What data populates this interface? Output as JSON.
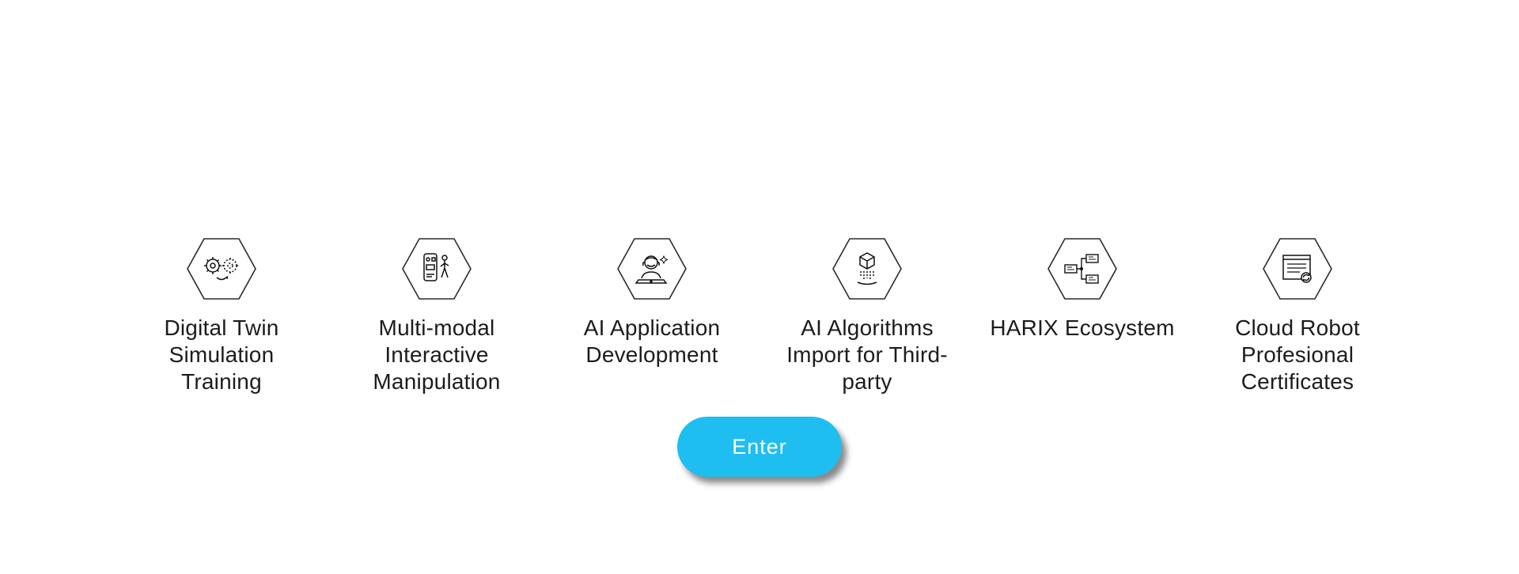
{
  "page": {
    "background": "#ffffff",
    "accent_color": "#1fbef0",
    "text_color": "#1c1c1c"
  },
  "features": {
    "items": [
      {
        "icon": "digital-twin-icon",
        "label": "Digital Twin Simulation Training",
        "line1": "Digital Twin Simulation",
        "line2": "Training"
      },
      {
        "icon": "multimodal-icon",
        "label": "Multi-modal Interactive Manipulation",
        "line1": "Multi-modal Interactive",
        "line2": "Manipulation"
      },
      {
        "icon": "ai-application-icon",
        "label": "AI Application Development",
        "line1": "AI Application",
        "line2": "Development"
      },
      {
        "icon": "ai-algorithms-icon",
        "label": "AI Algorithms Import for Third-party",
        "line1": "AI Algorithms",
        "line2": "Import for Third-party"
      },
      {
        "icon": "harix-ecosystem-icon",
        "label": "HARIX Ecosystem",
        "line1": "HARIX Ecosystem",
        "line2": ""
      },
      {
        "icon": "certificates-icon",
        "label": "Cloud Robot Profesional Certificates",
        "line1": "Cloud Robot Profesional",
        "line2": "Certificates"
      }
    ]
  },
  "enter": {
    "label": "Enter"
  }
}
